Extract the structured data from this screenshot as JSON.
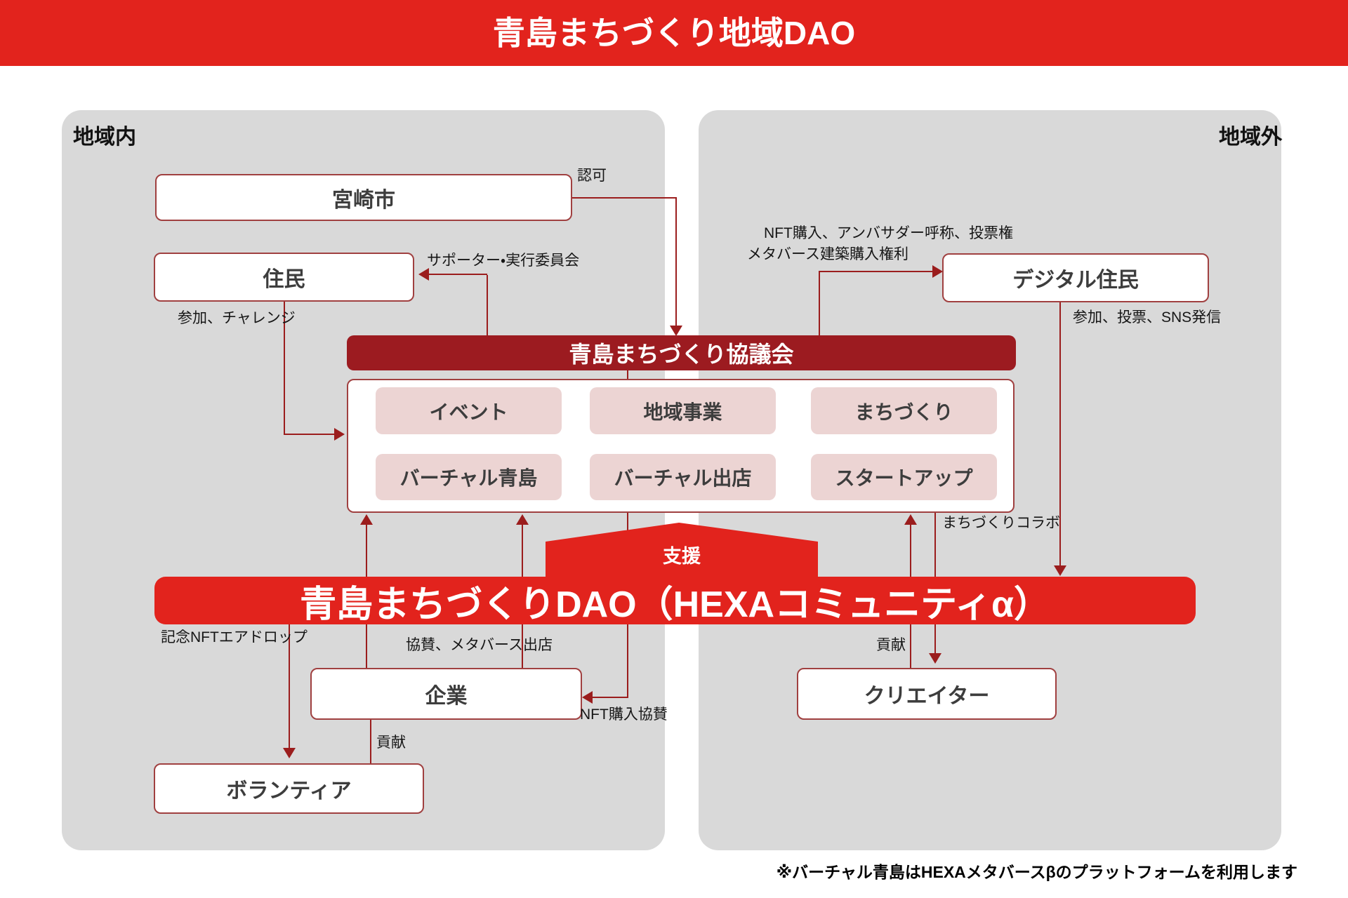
{
  "title": "青島まちづくり地域DAO",
  "regions": {
    "inside": "地域内",
    "outside": "地域外"
  },
  "nodes": {
    "miyazaki": "宮崎市",
    "resident": "住民",
    "digital_resident": "デジタル住民",
    "company": "企業",
    "volunteer": "ボランティア",
    "creator": "クリエイター"
  },
  "council": {
    "label": "青島まちづくり協議会",
    "projects": [
      "イベント",
      "地域事業",
      "まちづくり",
      "バーチャル青島",
      "バーチャル出店",
      "スタートアップ"
    ]
  },
  "dao": {
    "label": "青島まちづくりDAO（HEXAコミュニティα）",
    "support": "支援"
  },
  "edge_labels": {
    "approval": "認可",
    "supporter": "サポーター・実行委員会",
    "participate_challenge": "参加、チャレンジ",
    "nft_purchase": "NFT購入、アンバサダー呼称、投票権",
    "metaverse_right": "メタバース建築購入権利",
    "participate_vote": "参加、投票、SNS発信",
    "machizukuri_collab": "まちづくりコラボ",
    "memorial_nft": "記念NFTエアドロップ",
    "sponsorship": "協賛、メタバース出店",
    "nft_sponsorship": "NFT購入協賛",
    "contribution_left": "貢献",
    "contribution_right": "貢献"
  },
  "footnote": "※バーチャル青島はHEXAメタバースβのプラットフォームを利用します",
  "colors": {
    "accent_red": "#e2231d",
    "dark_red": "#9c1b20",
    "pink": "#ecd4d3",
    "panel_gray": "#d9d9d9",
    "line": "#9b1d1d"
  }
}
